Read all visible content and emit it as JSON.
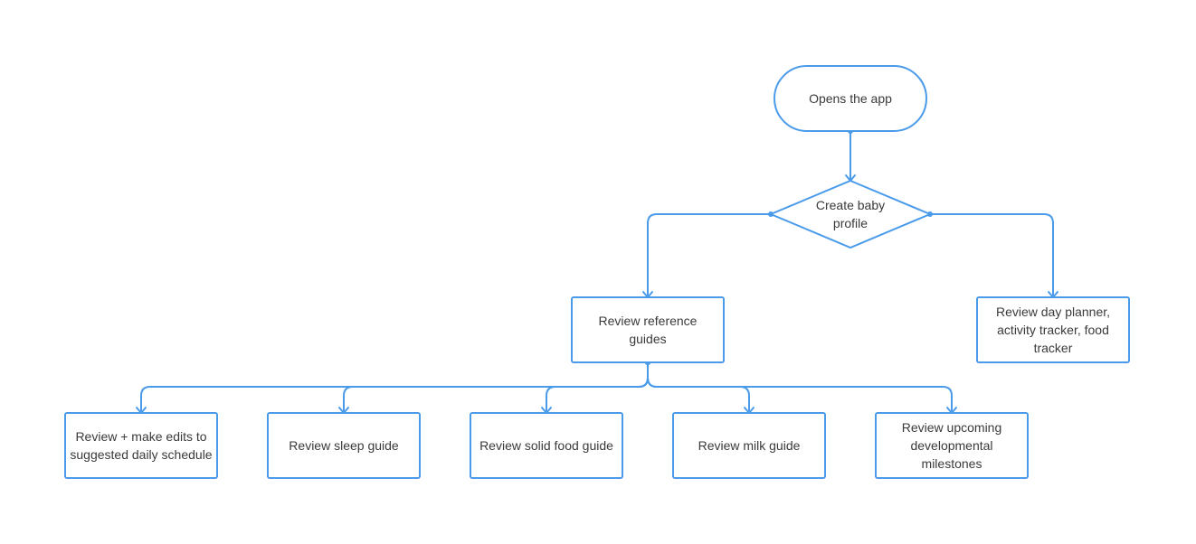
{
  "colors": {
    "stroke": "#4a9bea",
    "text": "#3a3a3a",
    "background": "#ffffff"
  },
  "nodes": {
    "start": {
      "label": "Opens the app",
      "lines": [
        "Opens the app"
      ],
      "shape": "terminal"
    },
    "decision": {
      "label": "Create baby profile",
      "lines": [
        "Create baby",
        "profile"
      ],
      "shape": "diamond"
    },
    "reference": {
      "label": "Review reference guides",
      "lines": [
        "Review reference",
        "guides"
      ],
      "shape": "process"
    },
    "planner": {
      "label": "Review day planner, activity tracker, food tracker",
      "lines": [
        "Review day planner,",
        "activity tracker, food",
        "tracker"
      ],
      "shape": "process"
    },
    "schedule": {
      "label": "Review + make edits to suggested daily schedule",
      "lines": [
        "Review + make edits to",
        "suggested daily schedule"
      ],
      "shape": "process"
    },
    "sleep": {
      "label": "Review sleep guide",
      "lines": [
        "Review sleep guide"
      ],
      "shape": "process"
    },
    "solid": {
      "label": "Review solid food guide",
      "lines": [
        "Review solid food guide"
      ],
      "shape": "process"
    },
    "milk": {
      "label": "Review milk guide",
      "lines": [
        "Review milk guide"
      ],
      "shape": "process"
    },
    "milestones": {
      "label": "Review upcoming developmental milestones",
      "lines": [
        "Review upcoming",
        "developmental",
        "milestones"
      ],
      "shape": "process"
    }
  },
  "edges": [
    {
      "from": "start",
      "to": "decision"
    },
    {
      "from": "decision",
      "to": "reference"
    },
    {
      "from": "decision",
      "to": "planner"
    },
    {
      "from": "reference",
      "to": "schedule"
    },
    {
      "from": "reference",
      "to": "sleep"
    },
    {
      "from": "reference",
      "to": "solid"
    },
    {
      "from": "reference",
      "to": "milk"
    },
    {
      "from": "reference",
      "to": "milestones"
    }
  ]
}
